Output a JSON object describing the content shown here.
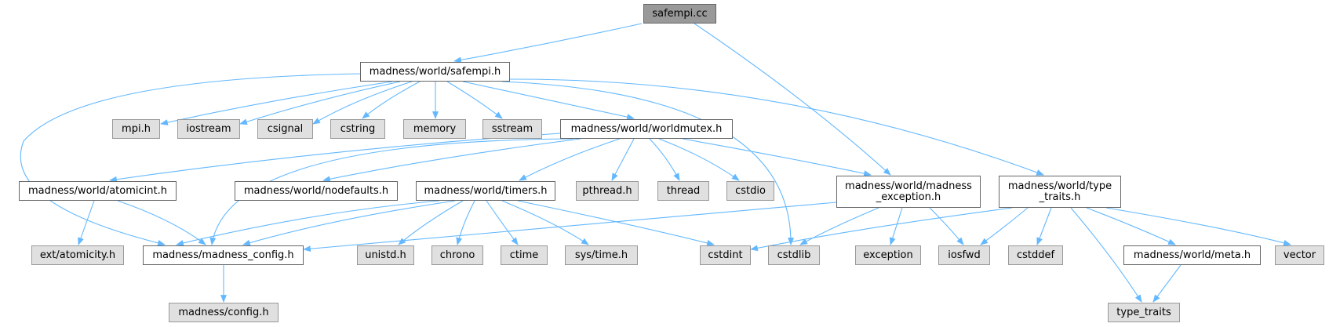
{
  "colors": {
    "edge": "#63b8ff",
    "focus_fill": "#999999",
    "link_fill": "#ffffff",
    "system_fill": "#e0e0e0",
    "border": "#666666"
  },
  "nodes": {
    "safempi_cc": "safempi.cc",
    "safempi_h": "madness/world/safempi.h",
    "mpi_h": "mpi.h",
    "iostream": "iostream",
    "csignal": "csignal",
    "cstring": "cstring",
    "memory": "memory",
    "sstream": "sstream",
    "worldmutex_h": "madness/world/worldmutex.h",
    "atomicint_h": "madness/world/atomicint.h",
    "nodefaults_h": "madness/world/nodefaults.h",
    "timers_h": "madness/world/timers.h",
    "pthread_h": "pthread.h",
    "thread": "thread",
    "cstdio": "cstdio",
    "madness_exception_h": "madness/world/madness\n_exception.h",
    "type_traits_h": "madness/world/type\n_traits.h",
    "atomicity_h": "ext/atomicity.h",
    "madness_config_h": "madness/madness_config.h",
    "unistd_h": "unistd.h",
    "chrono": "chrono",
    "ctime": "ctime",
    "sys_time_h": "sys/time.h",
    "cstdint": "cstdint",
    "cstdlib": "cstdlib",
    "exception": "exception",
    "iosfwd": "iosfwd",
    "cstddef": "cstddef",
    "meta_h": "madness/world/meta.h",
    "vector": "vector",
    "config_h": "madness/config.h",
    "type_traits": "type_traits"
  }
}
